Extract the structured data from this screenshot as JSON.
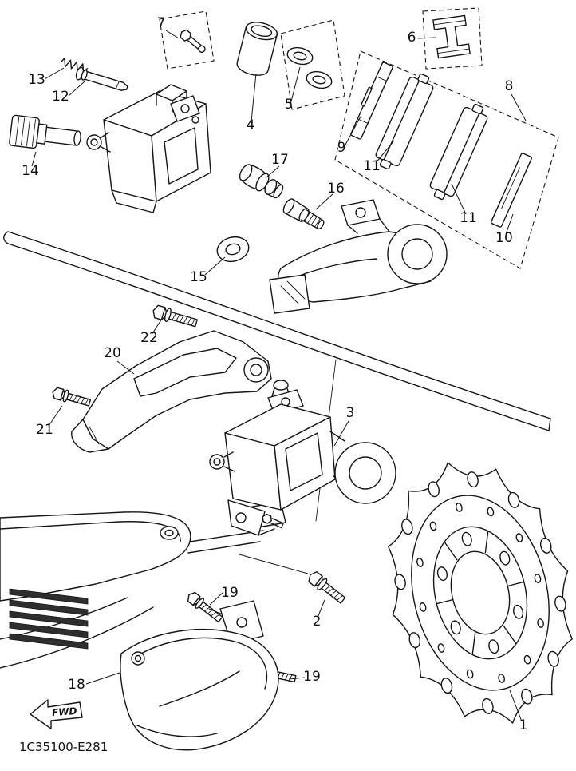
{
  "colors": {
    "ink": "#161616",
    "paper": "#ffffff"
  },
  "footer": {
    "diagram_code": "1C35100-E281"
  },
  "orientation": {
    "fwd_label": "FWD"
  },
  "parts": {
    "1": "1",
    "2": "2",
    "3": "3",
    "4": "4",
    "5": "5",
    "6": "6",
    "7": "7",
    "8": "8",
    "9": "9",
    "10": "10",
    "11": "11",
    "12": "12",
    "13": "13",
    "14": "14",
    "15": "15",
    "16": "16",
    "17": "17",
    "18": "18",
    "19": "19",
    "20": "20",
    "21": "21",
    "22": "22"
  }
}
